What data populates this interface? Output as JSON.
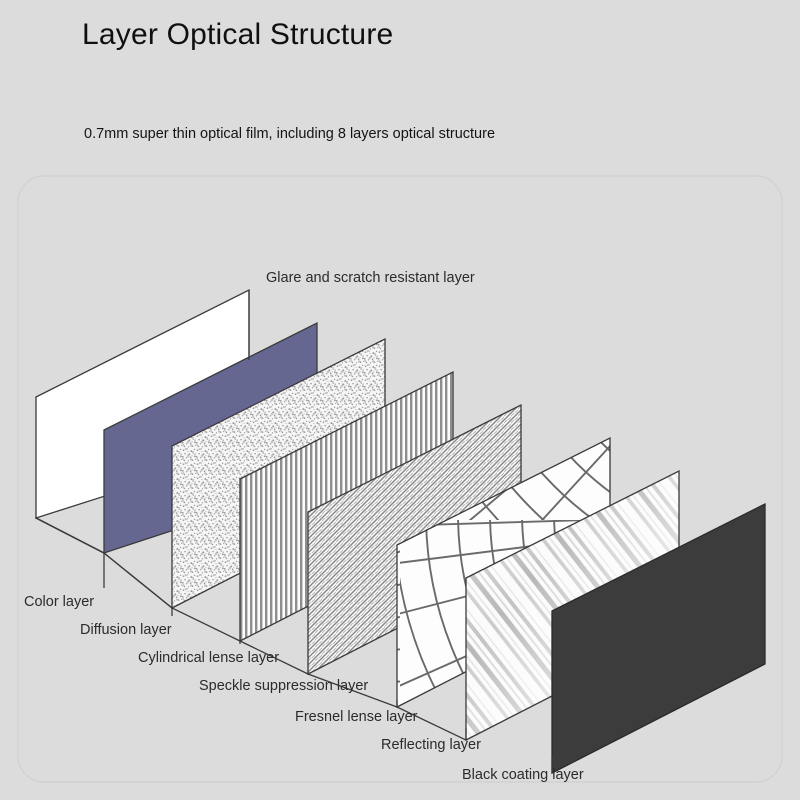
{
  "page": {
    "background_color": "#dcdcdc",
    "title": "Layer Optical Structure",
    "subtitle": "0.7mm super thin optical film, including 8 layers optical structure"
  },
  "diagram": {
    "type": "exploded-isometric-layer-stack",
    "top_label": "Glare and scratch resistant layer",
    "layer_count": 8,
    "layers": [
      {
        "index": 1,
        "label": "Glare and scratch resistant layer",
        "label_position": "top",
        "fill": "#ffffff",
        "texture": "plain",
        "stroke": "#3a3a3a"
      },
      {
        "index": 2,
        "label": "Color layer",
        "label_position": "bottom-left",
        "fill": "#666790",
        "texture": "plain",
        "stroke": "#3a3a3a"
      },
      {
        "index": 3,
        "label": "Diffusion layer",
        "label_position": "bottom-left",
        "fill": "#f4f4f4",
        "texture": "speckle",
        "stroke": "#3a3a3a"
      },
      {
        "index": 4,
        "label": "Cylindrical lense layer",
        "label_position": "bottom-left",
        "fill": "#fafafa",
        "texture": "vertical-stripes",
        "stroke": "#3a3a3a"
      },
      {
        "index": 5,
        "label": "Speckle suppression layer",
        "label_position": "bottom-left",
        "fill": "#fbfbfb",
        "texture": "diagonal-crosshatch",
        "stroke": "#3a3a3a"
      },
      {
        "index": 6,
        "label": "Fresnel lense layer",
        "label_position": "bottom-left",
        "fill": "#fdfdfd",
        "texture": "radial-arc-grid",
        "stroke": "#3a3a3a"
      },
      {
        "index": 7,
        "label": "Reflecting layer",
        "label_position": "bottom-left",
        "fill": "#f7f7f7",
        "texture": "diagonal-brushed-streaks",
        "stroke": "#3a3a3a"
      },
      {
        "index": 8,
        "label": "Black coating layer",
        "label_position": "bottom-left",
        "fill": "#3c3c3c",
        "texture": "plain",
        "stroke": "#2a2a2a"
      }
    ],
    "labels_bottom": [
      "Color layer",
      "Diffusion layer",
      "Cylindrical lense layer",
      "Speckle suppression layer",
      "Fresnel lense layer",
      "Reflecting layer",
      "Black coating layer"
    ],
    "colors": {
      "line": "#3a3a3a",
      "label_text": "#2b2b2b",
      "accent_purple": "#666790",
      "black_coating": "#3c3c3c",
      "background": "#dcdcdc"
    }
  }
}
